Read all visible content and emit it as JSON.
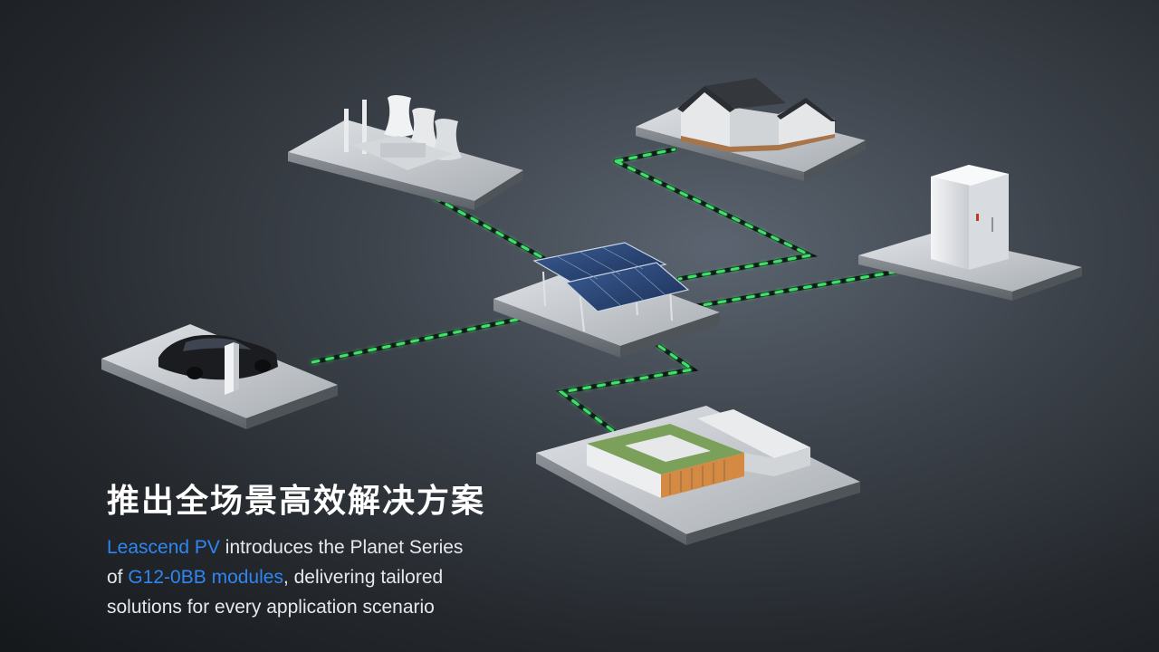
{
  "headline": "推出全场景高效解决方案",
  "description": {
    "brand": "Leascend PV",
    "part1": " introduces the Planet Series",
    "part2": "of ",
    "product": "G12-0BB modules",
    "part3": ", delivering tailored",
    "part4": "solutions for every application scenario"
  },
  "colors": {
    "accent": "#2f86f0",
    "connector_glow": "#3fe06a",
    "headline": "#ffffff"
  },
  "scene": {
    "nodes": [
      {
        "name": "power-plant-platform",
        "depicts": "cooling towers and industrial facility"
      },
      {
        "name": "house-platform",
        "depicts": "residential house"
      },
      {
        "name": "storage-cabinet-platform",
        "depicts": "battery energy storage cabinet"
      },
      {
        "name": "solar-carport-platform",
        "depicts": "solar panel array on canopy"
      },
      {
        "name": "ev-charging-platform",
        "depicts": "electric car and charging pile"
      },
      {
        "name": "commercial-building-platform",
        "depicts": "commercial building with green roof"
      }
    ]
  }
}
